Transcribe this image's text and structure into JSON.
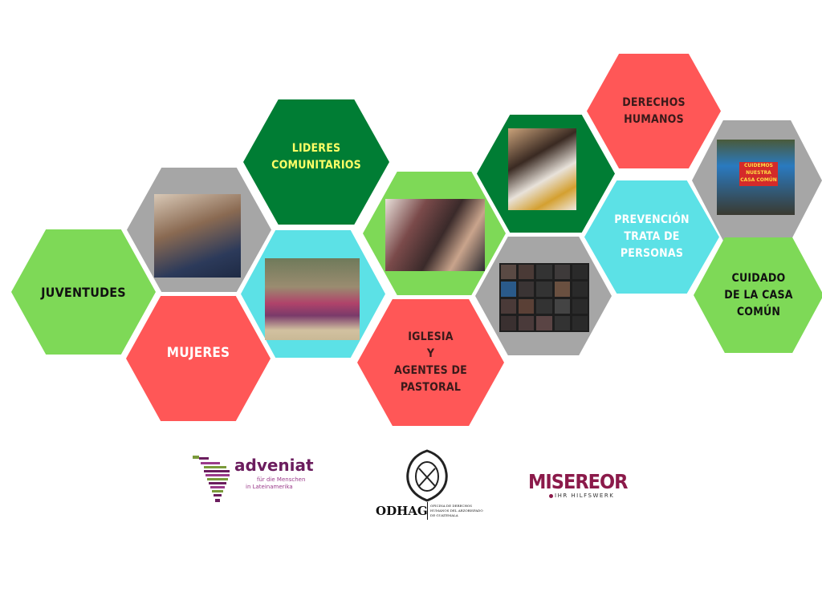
{
  "colors": {
    "light_green": "#7ed957",
    "red": "#ff5757",
    "dark_green": "#007d34",
    "cyan": "#5ce1e6",
    "gray": "#a6a6a6",
    "yellow_text": "#ffff66",
    "dark_text": "#3a1a1a"
  },
  "hexagons": [
    {
      "label": "JUVENTUDES"
    },
    {
      "label": "MUJERES"
    },
    {
      "label": "LIDERES\nCOMUNITARIOS"
    },
    {
      "label": "IGLESIA\nY\nAGENTES DE\nPASTORAL"
    },
    {
      "label": "DERECHOS\nHUMANOS"
    },
    {
      "label": "PREVENCIÓN\nTRATA DE\nPERSONAS"
    },
    {
      "label": "CUIDADO\nDE LA CASA\nCOMÚN"
    }
  ],
  "photos": [
    {
      "subject": "youth-group"
    },
    {
      "subject": "women-traditional-dress"
    },
    {
      "subject": "team-meeting"
    },
    {
      "subject": "women-working"
    },
    {
      "subject": "video-conference"
    },
    {
      "subject": "cuidemos-nuestra-casa-comun-sign",
      "sign_text": "CUIDEMOS NUESTRA CASA COMÚN"
    }
  ],
  "logos": {
    "adveniat": {
      "name": "adveniat",
      "tagline1": "für die Menschen",
      "tagline2": "in Lateinamerika"
    },
    "odhag": {
      "name": "ODHAG",
      "tagline": "OFICINA DE DERECHOS HUMANOS DEL ARZOBISPADO DE GUATEMALA"
    },
    "misereor": {
      "name": "MISEREOR",
      "tagline": "IHR HILFSWERK"
    }
  }
}
